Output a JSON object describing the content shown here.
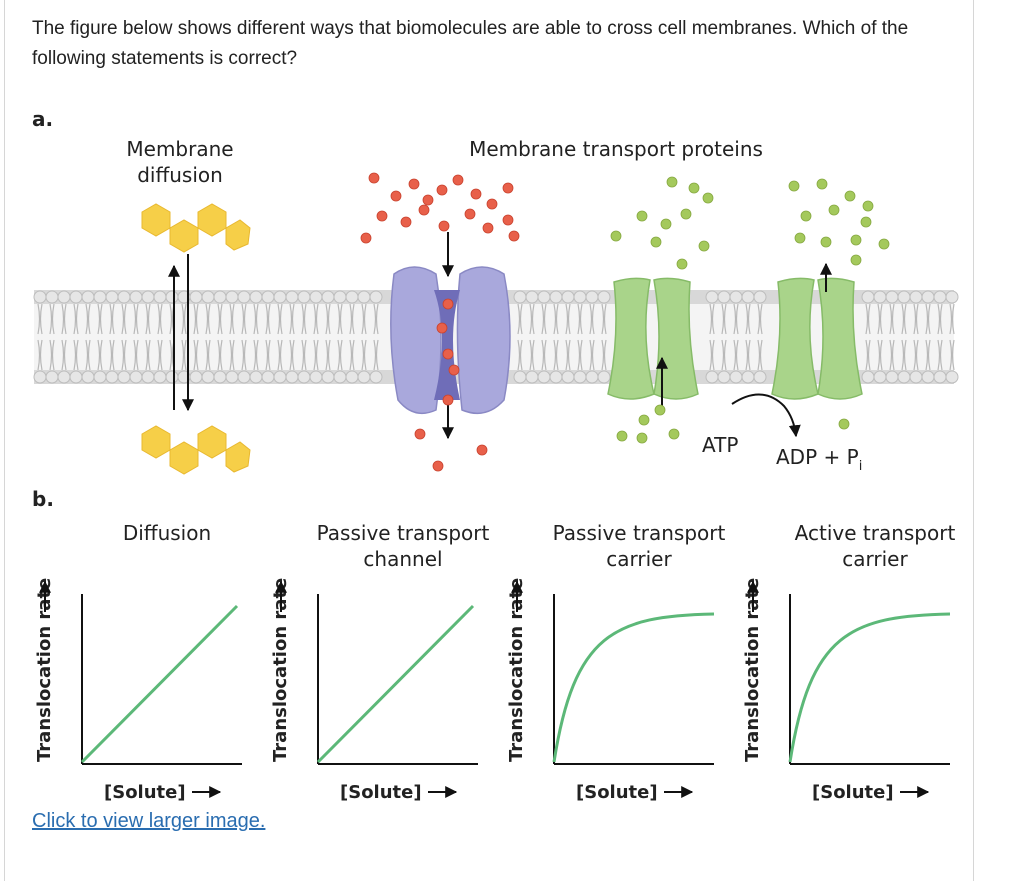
{
  "question": "The figure below shows different ways that biomolecules are able to cross cell membranes. Which of the following statements is correct?",
  "figure": {
    "panel_a": "a.",
    "panel_b": "b.",
    "label_membrane_diffusion_1": "Membrane",
    "label_membrane_diffusion_2": "diffusion",
    "label_transport_proteins": "Membrane transport proteins",
    "atp": "ATP",
    "adp": "ADP + P",
    "adp_sub": "i",
    "graphs": [
      {
        "title_1": "Diffusion",
        "title_2": "",
        "xlabel": "[Solute]",
        "ylabel": "Translocation rate"
      },
      {
        "title_1": "Passive transport",
        "title_2": "channel",
        "xlabel": "[Solute]",
        "ylabel": "Translocation rate"
      },
      {
        "title_1": "Passive transport",
        "title_2": "carrier",
        "xlabel": "[Solute]",
        "ylabel": "Translocation rate"
      },
      {
        "title_1": "Active transport",
        "title_2": "carrier",
        "xlabel": "[Solute]",
        "ylabel": "Translocation rate"
      }
    ],
    "colors": {
      "red_molecule": "#e8604a",
      "green_molecule": "#a4c95c",
      "channel_protein": "#a9a8dc",
      "carrier_protein": "#a9d48a",
      "curve": "#5cb878",
      "hexagon": "#f6cf48"
    }
  },
  "link_text": "Click to view larger image."
}
